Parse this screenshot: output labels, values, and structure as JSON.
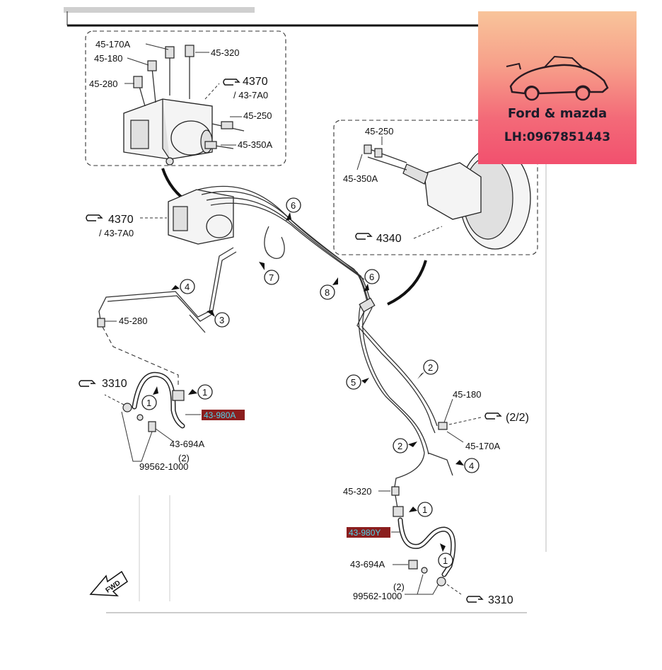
{
  "banner": {
    "title": "Ford & mazda",
    "phone": "LH:0967851443"
  },
  "upper_inset": {
    "parts": [
      "45-170A",
      "45-180",
      "45-320",
      "45-280",
      "4370",
      "/ 43-7A0",
      "45-250",
      "45-350A"
    ]
  },
  "booster_inset": {
    "parts": [
      "45-250",
      "45-350A",
      "4340"
    ]
  },
  "main": {
    "left_unit_ref": "4370",
    "left_unit_sub": "/ 43-7A0",
    "left_line_part": "45-280",
    "left_caliper_ref": "3310",
    "left_hose_part": "43-980A",
    "left_bolt_part": "43-694A",
    "left_washer_qty": "(2)",
    "left_washer_part": "99562-1000",
    "right_fitting_part_a": "45-180",
    "right_fitting_part_b": "45-170A",
    "right_continue_ref": "(2/2)",
    "right_line_part": "45-320",
    "right_hose_part": "43-980Y",
    "right_bolt_part": "43-694A",
    "right_washer_qty": "(2)",
    "right_washer_part": "99562-1000",
    "right_caliper_ref": "3310",
    "fwd_label": "FWD"
  },
  "callouts": {
    "n1": "1",
    "n2": "2",
    "n3": "3",
    "n4": "4",
    "n5": "5",
    "n6": "6",
    "n7": "7",
    "n8": "8"
  }
}
